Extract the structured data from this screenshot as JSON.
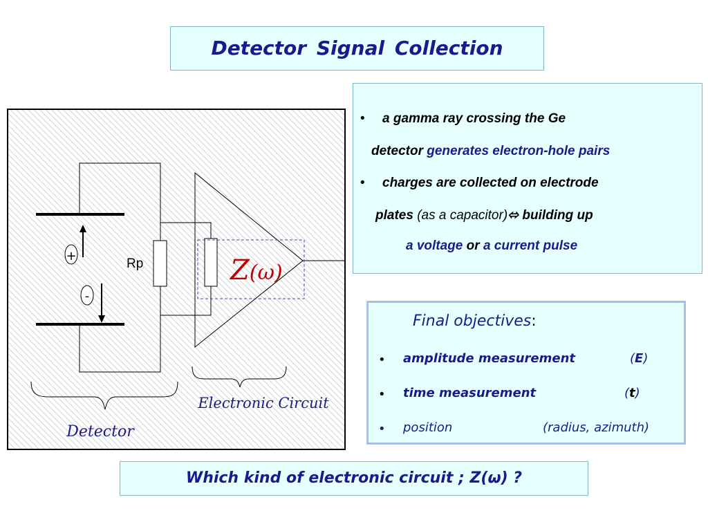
{
  "title": "Detector  Signal  Collection",
  "bullets": {
    "b1_line1": "a gamma ray crossing the Ge",
    "b1_line2_a": "detector ",
    "b1_line2_b": "generates electron-hole pairs",
    "b2_line1": "charges are collected on electrode",
    "b2_line2_a": "plates ",
    "b2_line2_b": "(as a capacitor)",
    "b2_line2_arrow": "⬄",
    "b2_line2_c": "  building up",
    "b2_line3_a": "a voltage ",
    "b2_line3_b": "or ",
    "b2_line3_c": "a current pulse",
    "bullet_char": "•"
  },
  "objectives": {
    "heading": "Final objectives",
    "heading_colon": ":",
    "items": [
      {
        "label": "amplitude measurement",
        "value_pre": "(",
        "value_bold": "E",
        "value_post": ")"
      },
      {
        "label": "time measurement",
        "value_pre": "(",
        "value_bold": "t",
        "value_post": ")"
      },
      {
        "label": "position",
        "value_pre": "",
        "value_bold": "",
        "value_post": "(radius, azimuth)"
      }
    ]
  },
  "diagram": {
    "plus": "+",
    "minus": "-",
    "rp": "Rp",
    "z_letter": "Z",
    "z_arg": "(ω)",
    "electronic_label": "Electronic Circuit",
    "detector_label": "Detector"
  },
  "question": "Which kind of electronic circuit ;  Z(ω) ?",
  "colors": {
    "accent": "#1a1a8c",
    "z_red": "#c00000",
    "box_fill": "#e6ffff",
    "dashed": "#3050a0"
  }
}
